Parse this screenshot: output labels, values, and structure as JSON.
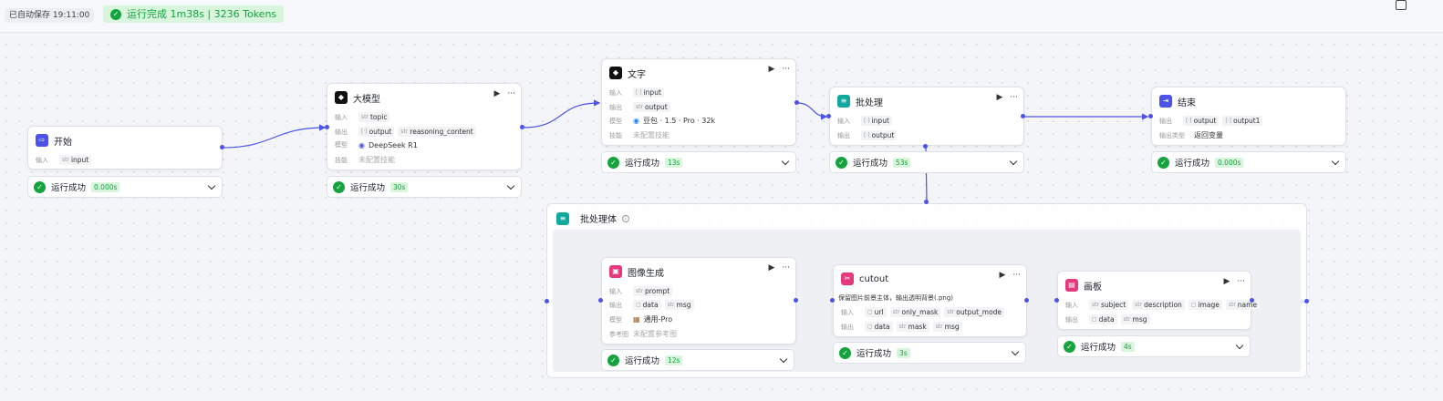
{
  "toolbar": {
    "autosave": "已自动保存 19:11:00",
    "run_status": "运行完成 1m38s | 3236 Tokens"
  },
  "labels": {
    "input": "输入",
    "output": "输出",
    "model": "模型",
    "skills": "技能",
    "output_type": "输出类型",
    "ref_image": "参考图",
    "run_success": "运行成功",
    "str": "str",
    "more": "···",
    "run": "▶"
  },
  "nodes": {
    "start": {
      "title": "开始",
      "input": "input",
      "duration": "0.000s"
    },
    "llm": {
      "title": "大模型",
      "input": "topic",
      "output1": "output",
      "output2": "reasoning_content",
      "model": "DeepSeek R1",
      "skills": "未配置技能",
      "duration": "30s"
    },
    "text": {
      "title": "文字",
      "input": "input",
      "output": "output",
      "model": "豆包 · 1.5 · Pro · 32k",
      "skills": "未配置技能",
      "duration": "13s"
    },
    "batch": {
      "title": "批处理",
      "input": "input",
      "output": "output",
      "duration": "53s"
    },
    "end": {
      "title": "结束",
      "output1": "output",
      "output2": "output1",
      "output_type": "返回变量",
      "duration": "0.000s"
    },
    "batch_body": {
      "title": "批处理体"
    },
    "image_gen": {
      "title": "图像生成",
      "input": "prompt",
      "output1": "data",
      "output2": "msg",
      "model": "通用-Pro",
      "ref_image": "未配置参考图",
      "duration": "12s"
    },
    "cutout": {
      "title": "cutout",
      "description": "保留图片前景主体，输出透明背景(.png)",
      "input1": "url",
      "input2": "only_mask",
      "input3": "output_mode",
      "output1": "data",
      "output2": "mask",
      "output3": "msg",
      "duration": "3s"
    },
    "canvas": {
      "title": "画板",
      "input1": "subject",
      "input2": "description",
      "input3": "image",
      "input4": "name",
      "output1": "data",
      "output2": "msg",
      "duration": "4s"
    }
  },
  "colors": {
    "accent": "#4d53e8",
    "success": "#14a33d",
    "success_bg": "#d9f5de"
  },
  "icons": {
    "start": "start-icon",
    "llm": "llm-icon",
    "text": "text-icon",
    "batch": "batch-icon",
    "end": "end-icon",
    "image_gen": "image-icon",
    "cutout": "cutout-icon",
    "canvas": "canvas-icon"
  }
}
